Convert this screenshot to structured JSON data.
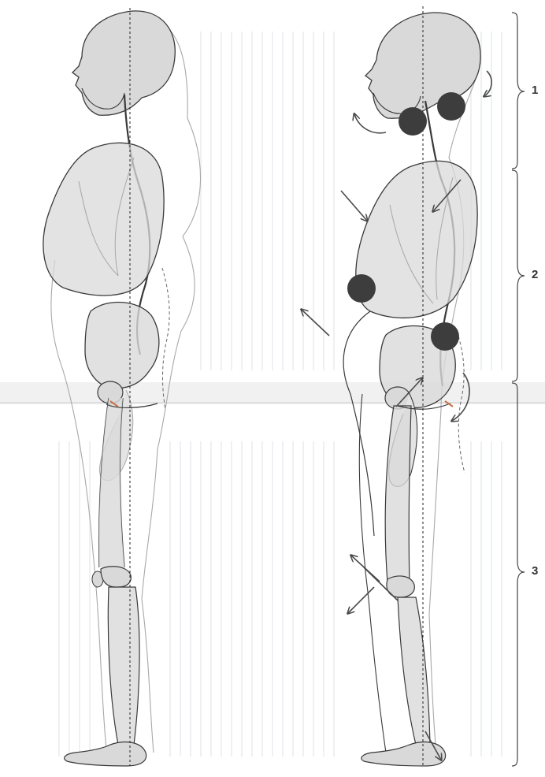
{
  "figure": {
    "segments": [
      {
        "label": "1"
      },
      {
        "label": "2"
      },
      {
        "label": "3"
      }
    ]
  },
  "colors": {
    "bone_fill": "#d9d9d9",
    "outline": "#3a3a3a",
    "ghost": "#a8a8a8",
    "marker": "#3d3d3d",
    "arrow": "#4a4a4a",
    "plumb": "#222222",
    "pelvis_tick": "#c8734a",
    "bleed": "#e2e4ea"
  },
  "icons": {
    "tension_point": "filled-circle",
    "direction": "arrow",
    "rotation": "curved-arrow"
  }
}
